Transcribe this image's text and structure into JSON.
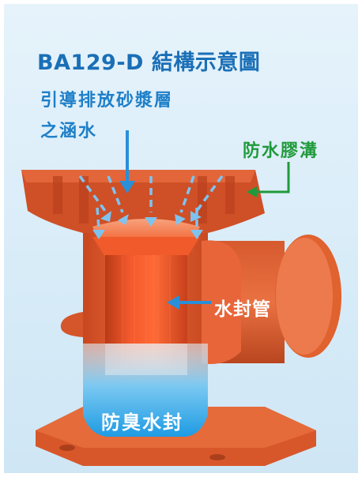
{
  "title": "BA129-D 結構示意圖",
  "labels": {
    "drain_line1": "引導排放砂漿層",
    "drain_line2": "之涵水",
    "waterproof_groove": "防水膠溝",
    "trap_pipe": "水封管",
    "odor_seal": "防臭水封"
  },
  "colors": {
    "body_orange": "#e05a2b",
    "inner_red": "#f0522a",
    "water_blue": "#2aa7e8",
    "title_blue": "#1a6fb7",
    "arrow_blue": "#2a8fd8",
    "green": "#1f9a3a"
  }
}
